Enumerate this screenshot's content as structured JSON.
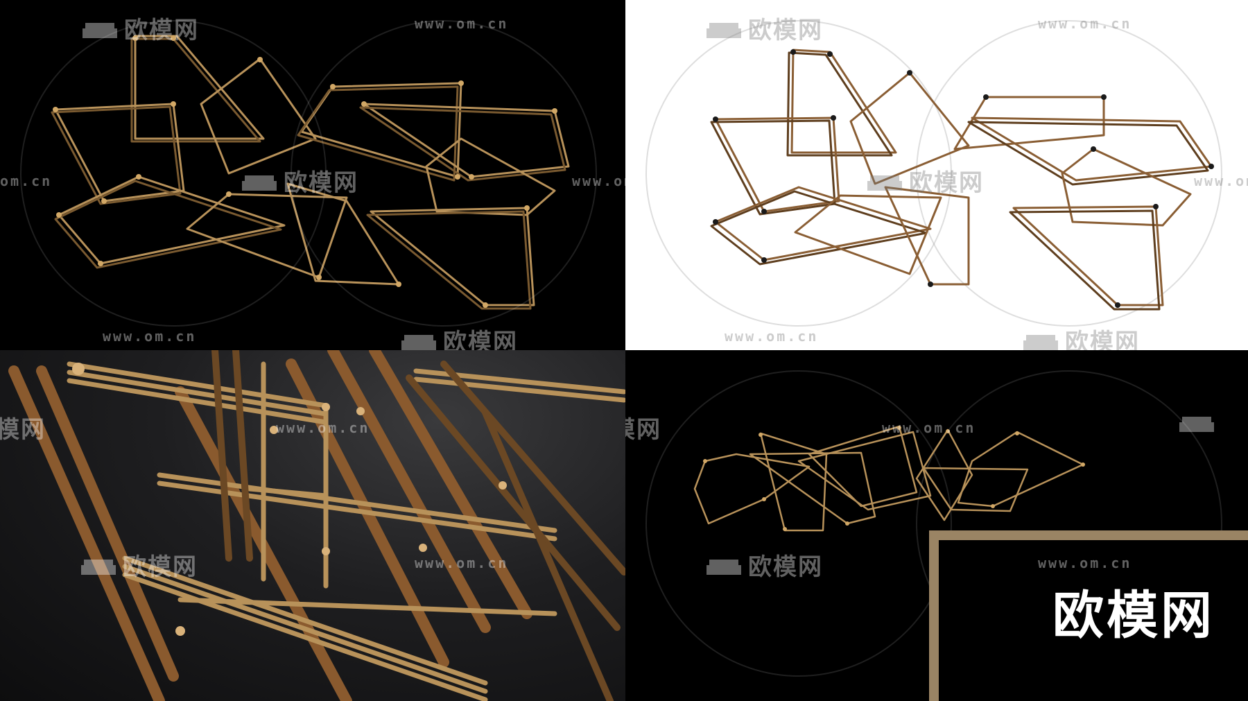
{
  "watermark": {
    "brand": "欧模网",
    "url": "www.om.cn",
    "url_short": "om.cn",
    "url_cut": "www.om.cn",
    "brand_cut": "模网"
  },
  "logo": {
    "text": "欧模网"
  },
  "colors": {
    "brass": "#b8925a",
    "brass_dark": "#7a5a30",
    "bronze": "#8a5e34",
    "panel_dark": "#000000",
    "panel_light": "#ffffff"
  },
  "panels": [
    {
      "name": "product-front-dark-background"
    },
    {
      "name": "product-front-white-background"
    },
    {
      "name": "product-detail-closeup"
    },
    {
      "name": "product-wall-mounted-scene"
    }
  ]
}
